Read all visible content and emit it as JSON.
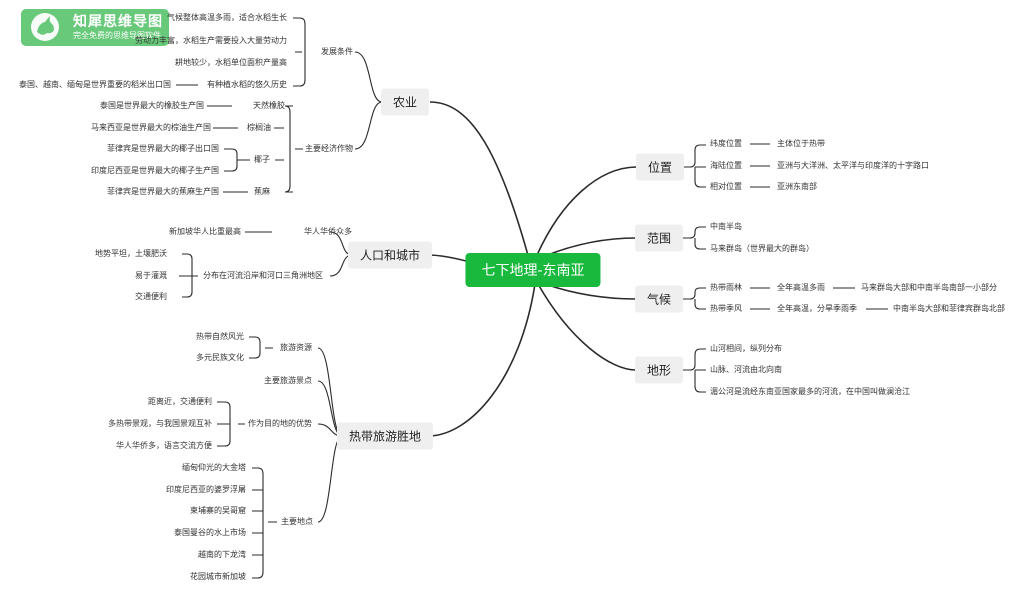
{
  "brand": {
    "name": "知犀思维导图",
    "tagline": "完全免费的思维导图软件"
  },
  "root": "七下地理-东南亚",
  "agri": {
    "title": "农业",
    "dev": {
      "label": "发展条件",
      "items": [
        "气候整体高温多雨，适合水稻生长",
        "劳动力丰富，水稻生产需要投入大量劳动力",
        "耕地较少，水稻单位面积产量高",
        "有种植水稻的悠久历史"
      ],
      "export": "泰国、越南、缅甸是世界重要的稻米出口国"
    },
    "crops": {
      "label": "主要经济作物",
      "rubber": {
        "label": "天然橡胶",
        "fact": "泰国是世界最大的橡胶生产国"
      },
      "palm": {
        "label": "棕榈油",
        "fact": "马来西亚是世界最大的棕油生产国"
      },
      "coconut": {
        "label": "椰子",
        "facts": [
          "菲律宾是世界最大的椰子出口国",
          "印度尼西亚是世界最大的椰子生产国"
        ]
      },
      "banana": {
        "label": "蕉麻",
        "fact": "菲律宾是世界最大的蕉麻生产国"
      }
    }
  },
  "pop": {
    "title": "人口和城市",
    "chinese": {
      "label": "华人华侨众多",
      "fact": "新加坡华人比重最高"
    },
    "dist": {
      "label": "分布在河流沿岸和河口三角洲地区",
      "items": [
        "地势平坦，土壤肥沃",
        "易于灌溉",
        "交通便利"
      ]
    }
  },
  "tour": {
    "title": "热带旅游胜地",
    "res": {
      "label": "旅游资源",
      "items": [
        "热带自然风光",
        "多元民族文化"
      ]
    },
    "spots_label": "主要旅游景点",
    "adv": {
      "label": "作为目的地的优势",
      "items": [
        "距离近，交通便利",
        "多热带景观，与我国景观互补",
        "华人华侨多，语言交流方便"
      ]
    },
    "places": {
      "label": "主要地点",
      "items": [
        "缅甸仰光的大金塔",
        "印度尼西亚的婆罗浮屠",
        "柬埔寨的吴哥窟",
        "泰国曼谷的水上市场",
        "越南的下龙湾",
        "花园城市新加坡"
      ]
    }
  },
  "loc": {
    "title": "位置",
    "lat": {
      "label": "纬度位置",
      "value": "主体位于热带"
    },
    "sea": {
      "label": "海陆位置",
      "value": "亚洲与大洋洲、太平洋与印度洋的十字路口"
    },
    "rel": {
      "label": "相对位置",
      "value": "亚洲东南部"
    }
  },
  "scope": {
    "title": "范围",
    "items": [
      "中南半岛",
      "马来群岛（世界最大的群岛）"
    ]
  },
  "climate": {
    "title": "气候",
    "rain": {
      "label": "热带雨林",
      "desc": "全年高温多雨",
      "where": "马来群岛大部和中南半岛南部一小部分"
    },
    "mon": {
      "label": "热带季风",
      "desc": "全年高温，分旱季雨季",
      "where": "中南半岛大部和菲律宾群岛北部"
    }
  },
  "terrain": {
    "title": "地形",
    "items": [
      "山河相间，纵列分布",
      "山脉、河流由北向南",
      "湄公河是流经东南亚国家最多的河流，在中国叫做澜沧江"
    ]
  }
}
